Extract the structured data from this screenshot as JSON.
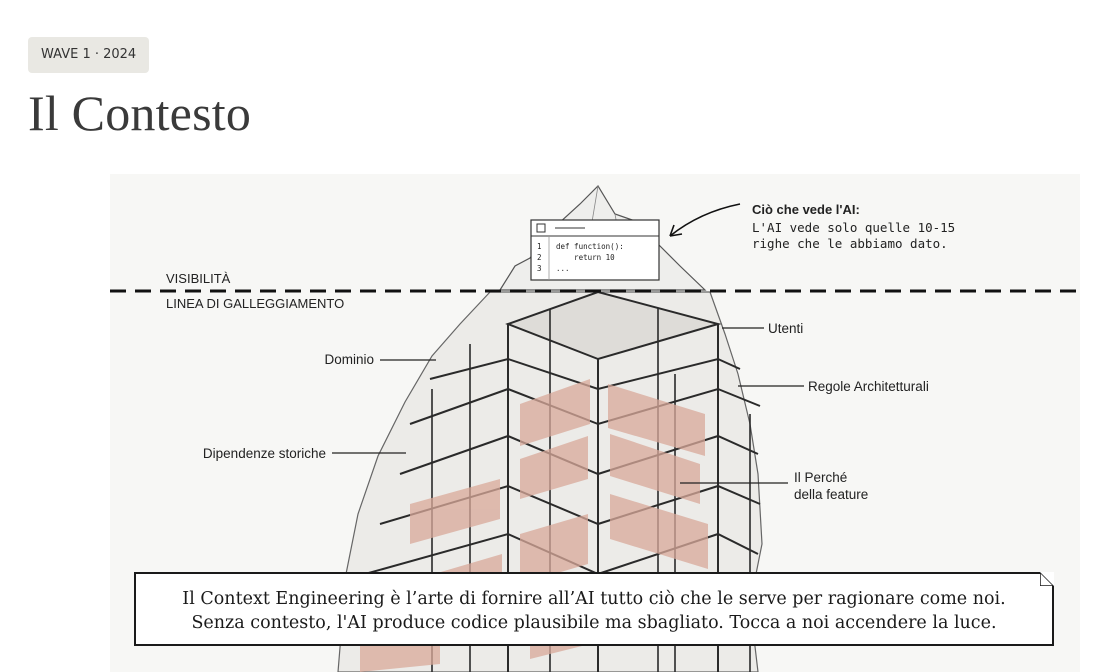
{
  "badge": "WAVE 1 · 2024",
  "title": "Il Contesto",
  "illustration": {
    "visibility_label": "VISIBILITÀ",
    "waterline_label": "LINEA DI GALLEGGIAMENTO",
    "ai_view_title": "Ciò che vede l'AI:",
    "ai_view_line1": "L'AI vede solo quelle 10-15",
    "ai_view_line2": "righe che le abbiamo dato.",
    "code": {
      "line_numbers": [
        "1",
        "2",
        "3"
      ],
      "lines": [
        "def function():",
        "    return 10",
        "..."
      ]
    },
    "labels": {
      "dominio": "Dominio",
      "dipendenze": "Dipendenze storiche",
      "utenti": "Utenti",
      "regole": "Regole Architetturali",
      "perche_line1": "Il Perché",
      "perche_line2": "della feature"
    }
  },
  "caption": {
    "line1": "Il Context Engineering è l’arte di fornire all’AI tutto ciò che le serve per ragionare come noi.",
    "line2": "Senza contesto, l'AI produce codice plausibile ma sbagliato. Tocca a noi accendere la luce."
  },
  "colors": {
    "background": "#f7f7f5",
    "beam_wood": "#d9a99a",
    "line": "#1a1a1a",
    "badge_bg": "#e9e8e3"
  }
}
